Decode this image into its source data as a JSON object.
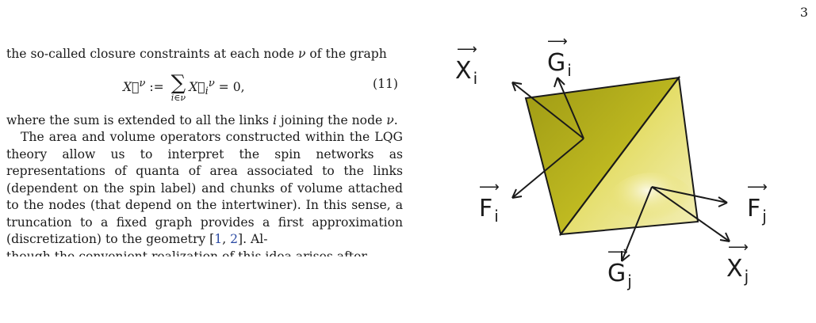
{
  "page_number": "3",
  "paragraph1": {
    "text_a": "the so-called closure constraints at each node ",
    "nu": "ν",
    "text_b": " of the graph"
  },
  "equation": {
    "lhs": "X⃗",
    "lhs_sup": "ν",
    "assign": " := ",
    "sum_sub": "i∈ν",
    "term": "X⃗",
    "term_sub": "i",
    "term_sup": "ν",
    "rhs": " = 0,",
    "number": "(11)"
  },
  "paragraph2": {
    "text_a": "where the sum is extended to all the links ",
    "i": "i",
    "text_b": " joining the node ",
    "nu": "ν",
    "text_c": "."
  },
  "paragraph3": {
    "text_a": "The area and volume operators constructed within the LQG theory allow us to interpret the spin networks as representations of quanta of area associated to the links (dependent on the spin label) and chunks of volume attached to the nodes (that depend on the intertwiner). In this sense, a truncation to a fixed graph provides a first approximation (discretization) to the geometry [",
    "cite1": "1",
    "sep": ", ",
    "cite2": "2",
    "text_b": "]. Al-"
  },
  "cut_line": "though the convenient realization of this idea arises after",
  "figure": {
    "labels": {
      "xi": "X",
      "xi_sub": "i",
      "gi": "G",
      "gi_sub": "i",
      "fi": "F",
      "fi_sub": "i",
      "fj": "F",
      "fj_sub": "j",
      "gj": "G",
      "gj_sub": "j",
      "xj": "X",
      "xj_sub": "j"
    },
    "colors": {
      "face_dark": "#b9b31e",
      "face_mid": "#d9d12c",
      "face_light": "#f4f0b0",
      "outline": "#1a1a1a"
    }
  }
}
